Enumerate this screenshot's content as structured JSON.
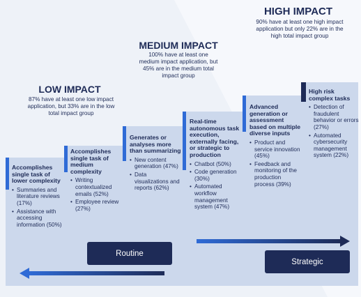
{
  "tiers": {
    "low": {
      "title": "LOW IMPACT",
      "description": "87% have at least one low impact application, but 33% are in the low total impact group"
    },
    "medium": {
      "title": "MEDIUM IMPACT",
      "description": "100% have at least one medium impact application, but 45% are in the medium total impact group"
    },
    "high": {
      "title": "HIGH IMPACT",
      "description": "90% have at least one high impact application but only 22% are in the high total impact group"
    }
  },
  "steps": [
    {
      "heading": "Accomplishes single task of lower complexity",
      "items": [
        "Summaries and literature reviews (17%)",
        "Assistance with accessing information (50%)"
      ]
    },
    {
      "heading": "Accomplishes single task of medium complexity",
      "items": [
        "Writing contextualized emails (52%)",
        "Employee review (27%)"
      ]
    },
    {
      "heading": "Generates or analyses more than summarizing",
      "items": [
        "New content generation (47%)",
        "Data visualizations and reports (62%)"
      ]
    },
    {
      "heading": "Real-time autonomous task execution, externally facing, or strategic to production",
      "items": [
        "Chatbot (50%)",
        "Code generation (30%)",
        "Automated workflow management system (47%)"
      ]
    },
    {
      "heading": "Advanced generation or assessment based on multiple diverse inputs",
      "items": [
        "Product and service innovation (45%)",
        "Feedback and monitoring of the production process (39%)"
      ]
    },
    {
      "heading": "High risk complex tasks",
      "items": [
        "Detection of fraudulent behavior or errors (27%)",
        "Automated cybersecurity management system (22%)"
      ]
    }
  ],
  "buttons": {
    "routine": "Routine",
    "strategic": "Strategic"
  },
  "colors": {
    "navy": "#1e2b57",
    "staircase": "#ccd8ec",
    "background": "#eef2f8",
    "accent_blue": "#2f6bd6"
  }
}
